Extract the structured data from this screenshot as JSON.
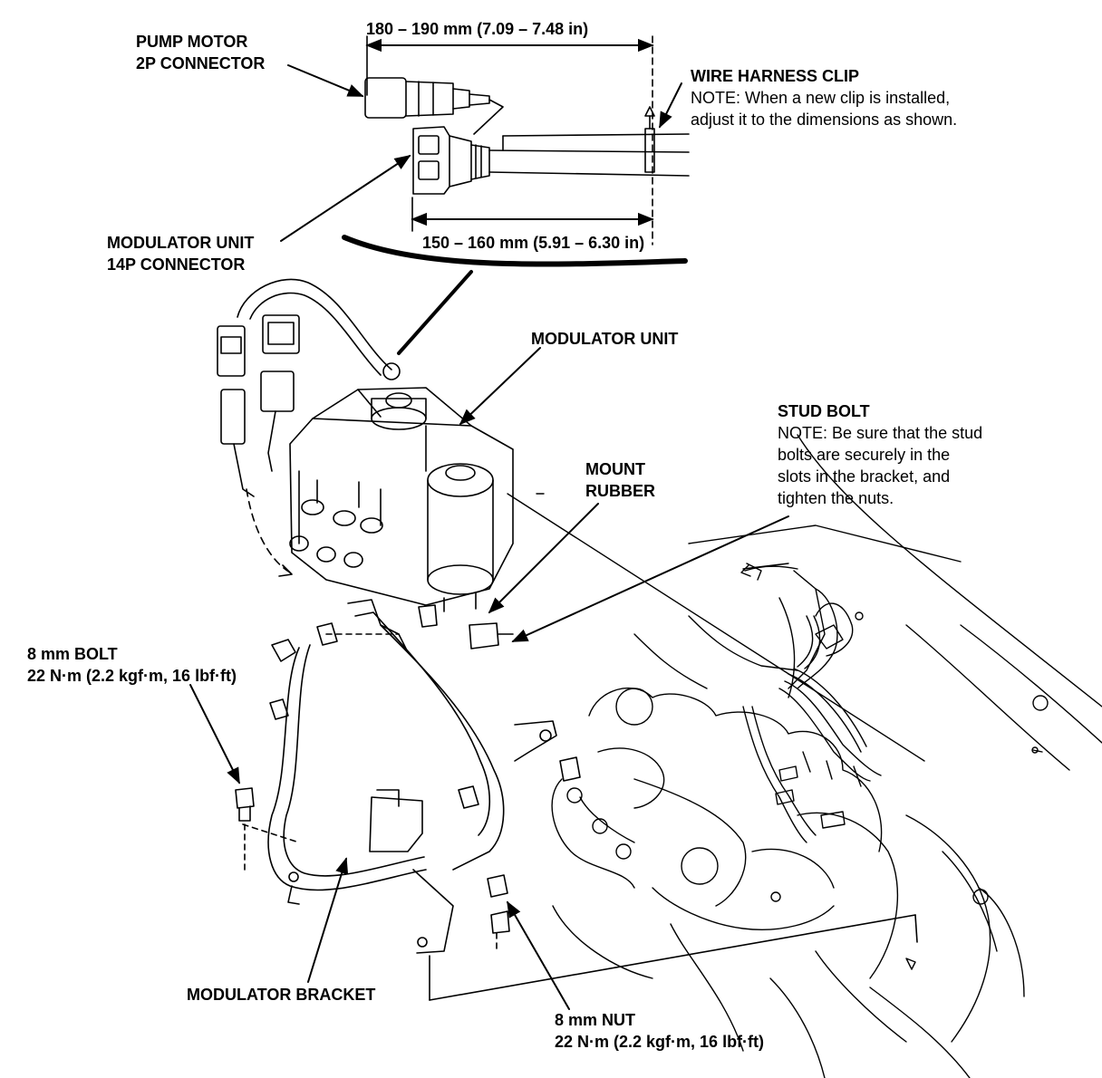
{
  "labels": {
    "pump_motor_line1": "PUMP MOTOR",
    "pump_motor_line2": "2P CONNECTOR",
    "dim_top": "180 – 190 mm (7.09 – 7.48 in)",
    "dim_bottom": "150 – 160 mm (5.91 – 6.30 in)",
    "wire_clip_title": "WIRE HARNESS CLIP",
    "wire_clip_note_line1": "NOTE:  When a new clip is installed,",
    "wire_clip_note_line2": "adjust it to the dimensions as shown.",
    "mod_14p_line1": "MODULATOR UNIT",
    "mod_14p_line2": "14P CONNECTOR",
    "modulator_unit": "MODULATOR UNIT",
    "stud_bolt_title": "STUD BOLT",
    "stud_note_line1": "NOTE:  Be sure that the stud",
    "stud_note_line2": "bolts are securely in the",
    "stud_note_line3": "slots in the bracket, and",
    "stud_note_line4": "tighten the nuts.",
    "mount_rubber_line1": "MOUNT",
    "mount_rubber_line2": "RUBBER",
    "bolt_title": "8 mm BOLT",
    "bolt_torque": "22 N·m (2.2 kgf·m, 16 lbf·ft)",
    "modulator_bracket": "MODULATOR BRACKET",
    "nut_title": "8 mm NUT",
    "nut_torque": "22 N·m (2.2 kgf·m, 16 lbf·ft)"
  }
}
